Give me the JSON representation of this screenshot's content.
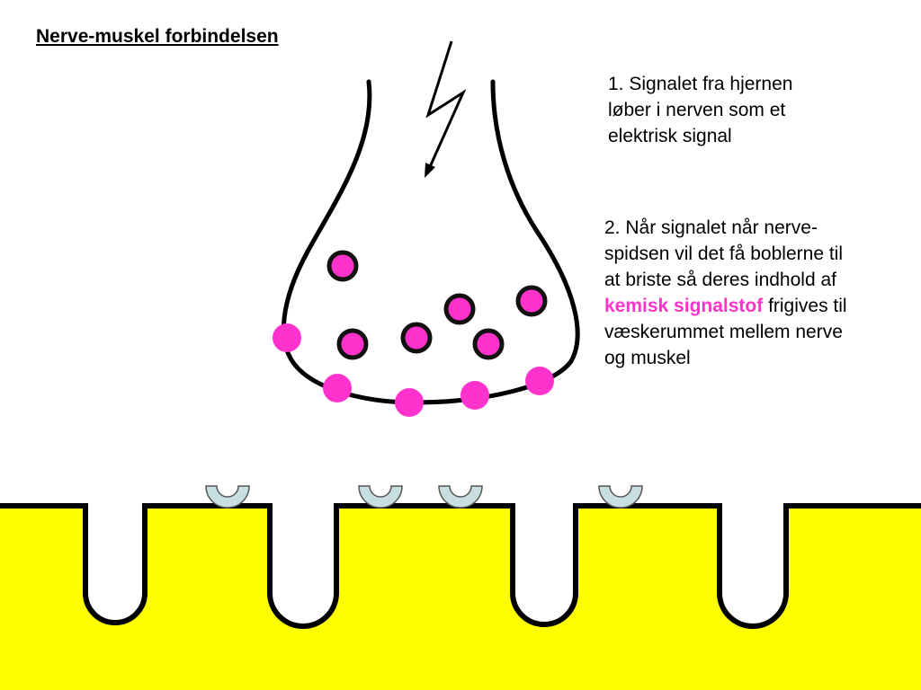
{
  "title": "Nerve-muskel forbindelsen",
  "steps": [
    {
      "lines": [
        "1. Signalet fra hjernen",
        "løber i nerven som et",
        "elektrisk signal"
      ]
    },
    {
      "lines_before": [
        "2. Når signalet når nerve-",
        "spidsen vil det få boblerne til",
        "at briste så deres indhold af"
      ],
      "highlight": "kemisk signalstof",
      "after_highlight": " frigives til",
      "lines_after": [
        "væskerummet mellem nerve",
        "og muskel"
      ]
    }
  ],
  "colors": {
    "muscle": "#ffff00",
    "vesicle": "#ff33cc",
    "receptor": "#c8dfe2",
    "highlight": "#ff33cc",
    "outline": "#000000"
  },
  "icons": [
    "lightning-arrow-icon"
  ]
}
